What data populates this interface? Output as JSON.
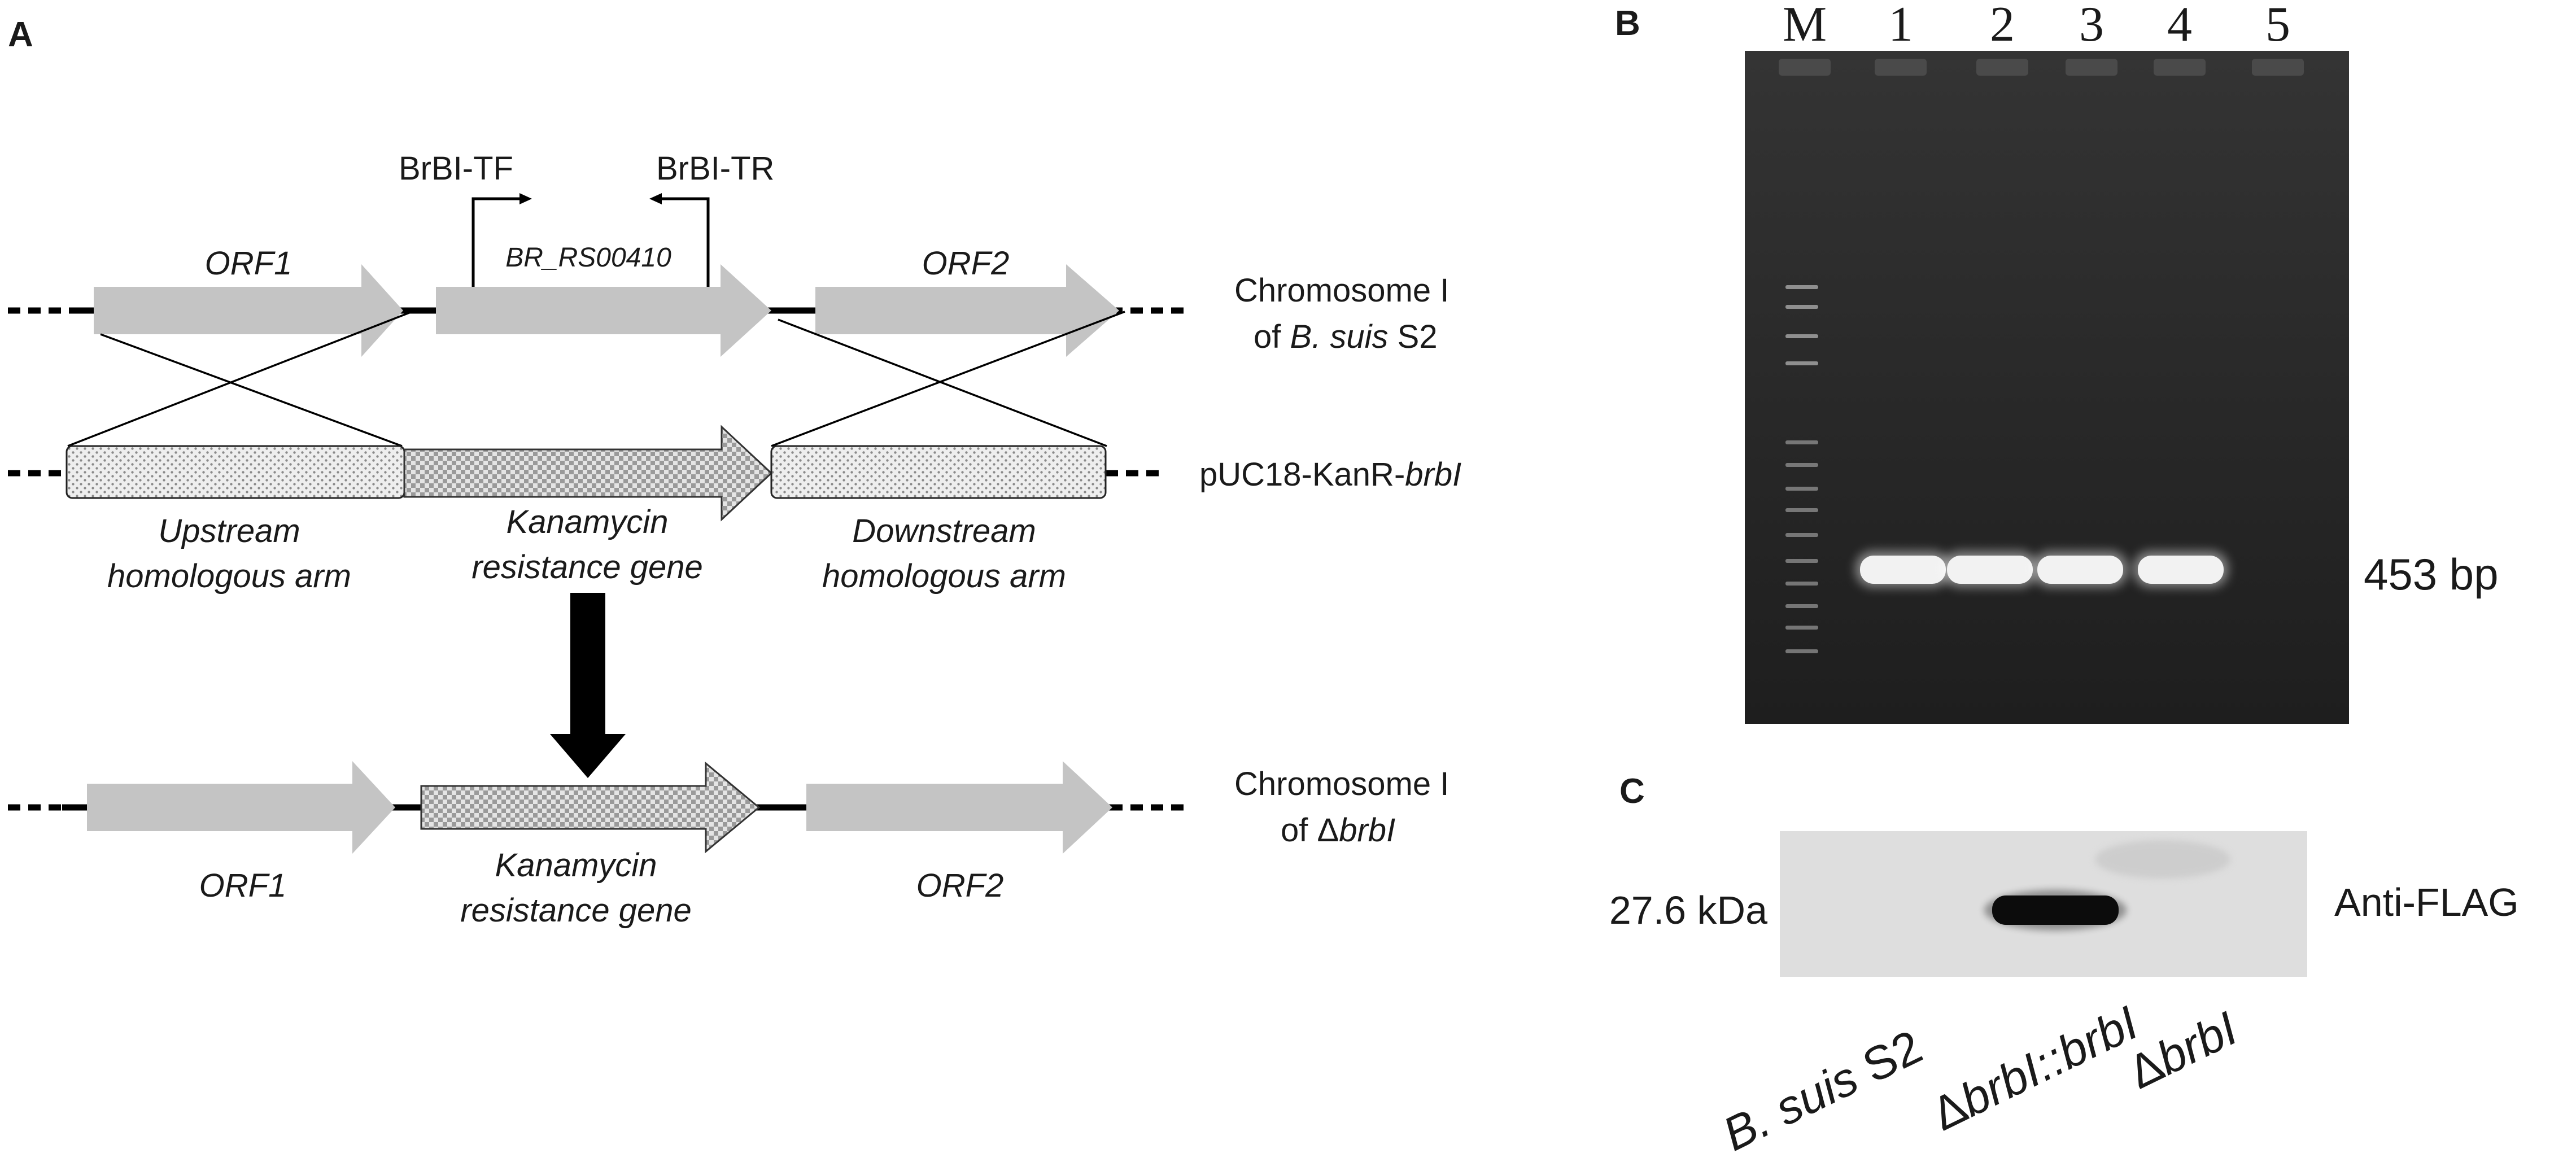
{
  "panels": {
    "a": "A",
    "b": "B",
    "c": "C"
  },
  "panel_a": {
    "primers": {
      "forward": "BrBI-TF",
      "reverse": "BrBI-TR"
    },
    "chromosome_track": {
      "orf1": "ORF1",
      "target_gene": "BR_RS00410",
      "orf2": "ORF2",
      "label_line1": "Chromosome I",
      "label_line2_prefix": "of ",
      "label_line2_italic": "B. suis",
      "label_line2_suffix": " S2"
    },
    "plasmid_track": {
      "label_prefix": "pUC18-KanR-",
      "label_italic": "brbI",
      "upstream_line1": "Upstream",
      "upstream_line2": "homologous arm",
      "kan_line1": "Kanamycin",
      "kan_line2": "resistance gene",
      "downstream_line1": "Downstream",
      "downstream_line2": "homologous arm"
    },
    "mutant_track": {
      "orf1": "ORF1",
      "kan_line1": "Kanamycin",
      "kan_line2": "resistance gene",
      "orf2": "ORF2",
      "label_line1": "Chromosome I",
      "label_line2_prefix": "of Δ",
      "label_line2_italic": "brbI"
    },
    "colors": {
      "gene_arrow": "#c4c4c4",
      "hatched_fill": "#d9d9d9",
      "line": "#000000"
    }
  },
  "panel_b": {
    "lanes": [
      "M",
      "1",
      "2",
      "3",
      "4",
      "5"
    ],
    "band_label": "453 bp",
    "bands_present": [
      true,
      true,
      true,
      true,
      false
    ],
    "colors": {
      "gel_background": "#252525",
      "band": "#f2f2f2"
    }
  },
  "panel_c": {
    "mw_label": "27.6 kDa",
    "antibody": "Anti-FLAG",
    "samples": [
      {
        "italic": "B. suis",
        "normal": " S2"
      },
      {
        "normal": "Δ",
        "italic": "brbI::brbI"
      },
      {
        "normal": "Δ",
        "italic": "brbI"
      }
    ],
    "band_intensity": [
      0,
      1,
      0
    ],
    "colors": {
      "blot_background": "#dedede",
      "band": "#0c0c0c"
    }
  }
}
